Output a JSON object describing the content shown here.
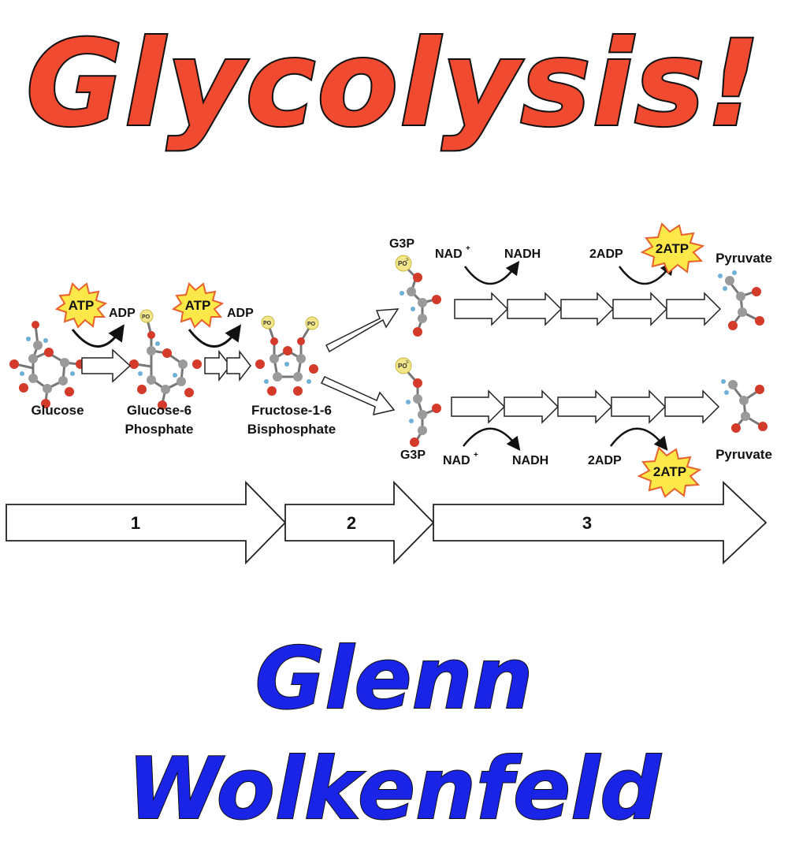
{
  "title": "Glycolysis!",
  "author": "Glenn Wolkenfeld",
  "colors": {
    "title": "#f04a30",
    "author": "#1a24e6",
    "starburst_fill": "#fde84a",
    "starburst_stroke": "#e8612c",
    "oxygen": "#d43a2a",
    "carbon": "#9a9a9a",
    "hydrogen": "#6fb0d8",
    "phosphate": "#f2e58a"
  },
  "molecules": {
    "glucose": "Glucose",
    "g6p_line1": "Glucose-6",
    "g6p_line2": "Phosphate",
    "f16bp_line1": "Fructose-1-6",
    "f16bp_line2": "Bisphosphate",
    "g3p_top": "G3P",
    "g3p_bottom": "G3P",
    "pyruvate_top": "Pyruvate",
    "pyruvate_bottom": "Pyruvate",
    "phosphate_symbol": "PO",
    "phosphate_charge": "3-"
  },
  "cofactors": {
    "atp_1": "ATP",
    "adp_1": "ADP",
    "atp_2": "ATP",
    "adp_2": "ADP",
    "nad_top": "NAD",
    "nad_bottom": "NAD",
    "nad_charge": "+",
    "nadh_top": "NADH",
    "nadh_bottom": "NADH",
    "adp2_top": "2ADP",
    "adp2_bottom": "2ADP",
    "atp2_top": "2ATP",
    "atp2_bottom": "2ATP"
  },
  "stages": [
    "1",
    "2",
    "3"
  ]
}
